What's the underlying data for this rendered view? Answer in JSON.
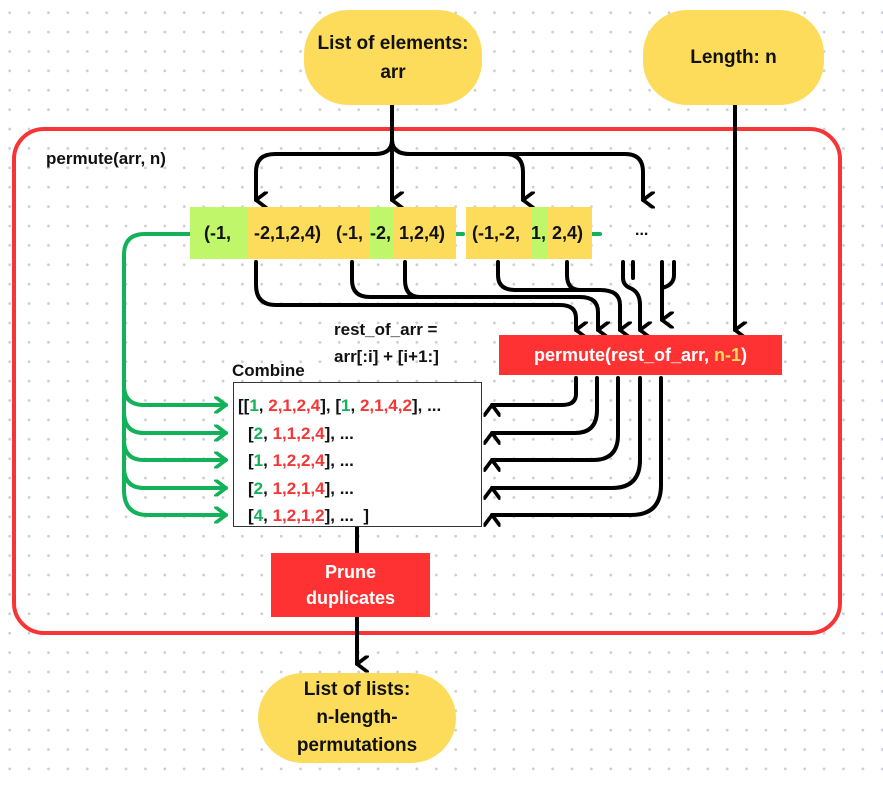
{
  "inputs": {
    "list_node": {
      "line1": "List of elements:",
      "line2": "arr"
    },
    "length_node": {
      "label": "Length: n"
    }
  },
  "frame": {
    "title": "permute(arr, n)"
  },
  "split_arrays": [
    {
      "segments": [
        {
          "text": "(-1, ",
          "highlight": true
        },
        {
          "text": "-2,1,2,4)",
          "highlight": false
        }
      ]
    },
    {
      "segments": [
        {
          "text": "(-1, ",
          "highlight": false
        },
        {
          "text": "-2,",
          "highlight": true
        },
        {
          "text": " 1,2,4)",
          "highlight": false
        }
      ]
    },
    {
      "segments": [
        {
          "text": "(-1,-2, ",
          "highlight": false
        },
        {
          "text": "1,",
          "highlight": true
        },
        {
          "text": " 2,4)",
          "highlight": false
        }
      ]
    }
  ],
  "more_ellipsis": "...",
  "rest_of_arr": {
    "line1": "rest_of_arr =",
    "line2": "arr[:i] + [i+1:]"
  },
  "recursive_call": {
    "prefix": "permute(rest_of_arr, ",
    "arg": "n-1",
    "suffix": ")"
  },
  "combine": {
    "title": "Combine",
    "rows": [
      {
        "lead": "[[",
        "parts": [
          {
            "head": "1",
            "rest": "2,1,2,4"
          },
          {
            "head": "1",
            "rest": "2,1,4,2"
          }
        ],
        "tail": ", ..."
      },
      {
        "lead": "[",
        "parts": [
          {
            "head": "2",
            "rest": "1,1,2,4"
          }
        ],
        "tail": ", ..."
      },
      {
        "lead": "[",
        "parts": [
          {
            "head": "1",
            "rest": "1,2,2,4"
          }
        ],
        "tail": ", ..."
      },
      {
        "lead": "[",
        "parts": [
          {
            "head": "2",
            "rest": "1,2,1,4"
          }
        ],
        "tail": ", ..."
      },
      {
        "lead": "[",
        "parts": [
          {
            "head": "4",
            "rest": "1,2,1,2"
          }
        ],
        "tail": ", ...  ]"
      }
    ]
  },
  "prune": {
    "line1": "Prune",
    "line2": "duplicates"
  },
  "output_node": {
    "line1": "List of lists:",
    "line2": "n-length-",
    "line3": "permutations"
  },
  "colors": {
    "frame_red": "#f73536",
    "box_red": "#fe3233",
    "pill_yellow": "#fddc5c",
    "highlight_green": "#bff66a",
    "arrow_green": "#14b15b",
    "combine_head_green": "#14b15b",
    "combine_rest_red": "#f73536"
  }
}
